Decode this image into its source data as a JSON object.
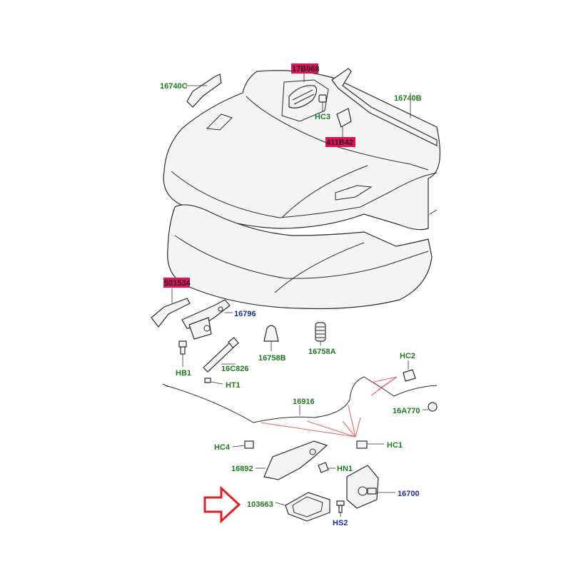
{
  "labels": {
    "l16740c": "16740C",
    "l17b968": "17B968",
    "lhc3": "HC3",
    "l16740b": "16740B",
    "l411b42": "411B42",
    "l501534": "501534",
    "l16796": "16796",
    "l16758b": "16758B",
    "l16758a": "16758A",
    "lhb1": "HB1",
    "l16c826": "16C826",
    "lht1": "HT1",
    "lhc2": "HC2",
    "l16916": "16916",
    "l16a770": "16A770",
    "lhc4": "HC4",
    "lhc1": "HC1",
    "l16892": "16892",
    "lhn1": "HN1",
    "l103663": "103663",
    "l16700": "16700",
    "lhs2": "HS2"
  },
  "colors": {
    "green_label": "#1f7a1f",
    "blue_label": "#1d2f9a",
    "highlight_pink": "#e0135a",
    "arrow_red": "#e02020",
    "cable_lead_red": "#e06b6b"
  },
  "icons": {
    "pointer": "red-outline-arrow-icon"
  }
}
